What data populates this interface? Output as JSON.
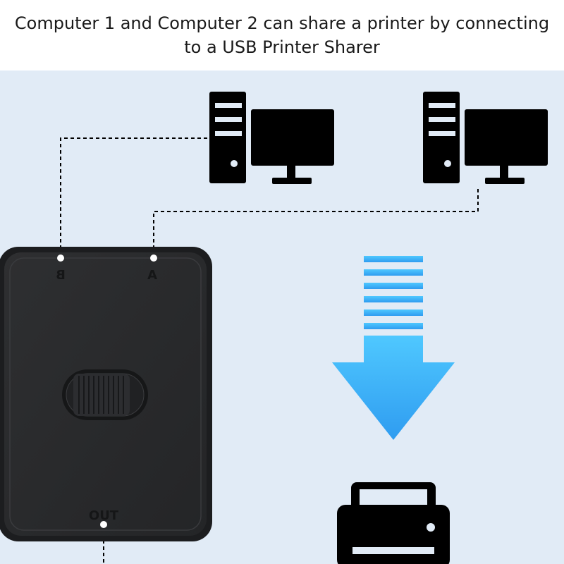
{
  "caption": {
    "line1": "Computer 1 and Computer 2 can share a printer by connecting",
    "line2": "to a USB Printer Sharer"
  },
  "device": {
    "port_b_label": "B",
    "port_a_label": "A",
    "out_label": "OUT"
  },
  "icons": {
    "computer_left": "desktop-computer-icon",
    "computer_right": "desktop-computer-icon",
    "arrow": "down-arrow-icon",
    "printer": "printer-icon"
  },
  "colors": {
    "background_panel": "#e1ebf6",
    "device_body": "#2b2b2d",
    "arrow_top": "#4fc8ff",
    "arrow_bottom": "#2f9cf0",
    "icon": "#000000"
  }
}
